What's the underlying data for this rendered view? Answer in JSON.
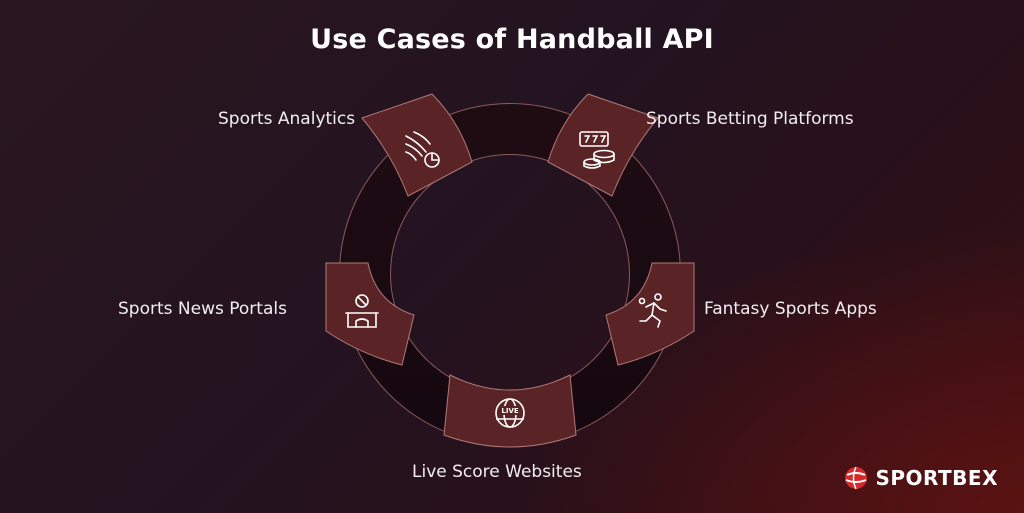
{
  "title": "Use Cases of Handball API",
  "nodes": [
    {
      "label": "Sports Analytics",
      "icon": "analytics-chart-icon"
    },
    {
      "label": "Sports Betting Platforms",
      "icon": "slot-machine-coins-icon"
    },
    {
      "label": "Fantasy Sports Apps",
      "icon": "running-player-icon"
    },
    {
      "label": "Live Score Websites",
      "icon": "live-globe-icon"
    },
    {
      "label": "Sports News Portals",
      "icon": "stadium-ball-icon"
    }
  ],
  "brand": {
    "name": "SPORTBEX",
    "logo_icon": "sportbex-ball-logo-icon"
  },
  "colors": {
    "ring": "#1a0a10",
    "node": "#5a2426",
    "node_stroke": "#b07878",
    "accent": "#d42a2a"
  }
}
